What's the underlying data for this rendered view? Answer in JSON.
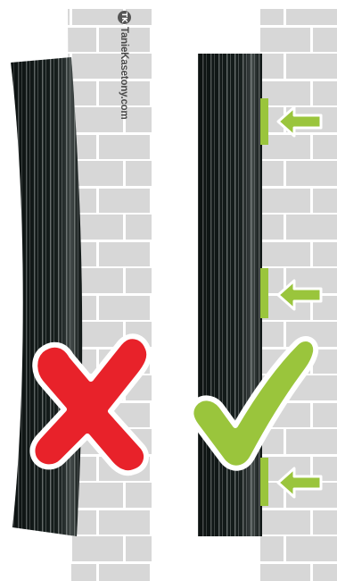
{
  "brand": {
    "logo_text": "TK",
    "name": "TanieKasetony.com"
  },
  "colors": {
    "wall_fill": "#d7d7d7",
    "mortar": "#ffffff",
    "board_dark": "#141c1b",
    "board_grey": "#6c7372",
    "cross_red": "#e8222a",
    "check_green": "#9ac53c",
    "arrow_green": "#9ac53c",
    "spacer_green": "#9ac53c"
  },
  "panels": [
    {
      "name": "wrong-mounting",
      "verdict": "incorrect",
      "icon": "cross-icon",
      "board_state": "bent"
    },
    {
      "name": "correct-mounting",
      "verdict": "correct",
      "icon": "check-icon",
      "board_state": "straight",
      "arrows": [
        "arrow-icon",
        "arrow-icon",
        "arrow-icon"
      ]
    }
  ]
}
